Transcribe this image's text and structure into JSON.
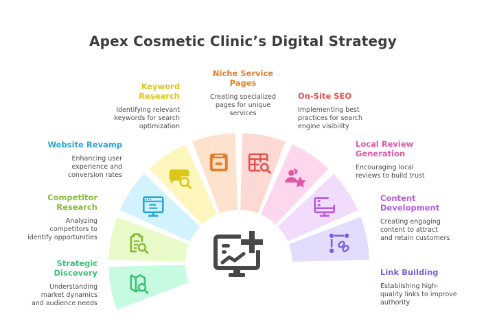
{
  "title": "Apex Cosmetic Clinic’s Digital Strategy",
  "center_icon": "monitor-chart-plus-icon",
  "colors": {
    "center_icon": "#474747",
    "title": "#3d3d3d",
    "description": "#4a4a4a"
  },
  "steps": [
    {
      "id": "strategic-discovery",
      "title": "Strategic Discovery",
      "title_lines": [
        "Strategic",
        "Discovery"
      ],
      "description_lines": [
        "Understanding",
        "market dynamics",
        "and audience needs"
      ],
      "icon": "map-search-icon",
      "accent": "#3cbf78",
      "fill": "#c6fbe1"
    },
    {
      "id": "competitor-research",
      "title": "Competitor Research",
      "title_lines": [
        "Competitor",
        "Research"
      ],
      "description_lines": [
        "Analyzing",
        "competitors to",
        "identify opportunities"
      ],
      "icon": "clipboard-search-icon",
      "accent": "#86bb3a",
      "fill": "#e9fbc9"
    },
    {
      "id": "website-revamp",
      "title": "Website Revamp",
      "title_lines": [
        "Website Revamp"
      ],
      "description_lines": [
        "Enhancing user",
        "experience and",
        "conversion rates"
      ],
      "icon": "monitor-window-icon",
      "accent": "#2aa4d8",
      "fill": "#d2f2fd"
    },
    {
      "id": "keyword-research",
      "title": "Keyword Research",
      "title_lines": [
        "Keyword",
        "Research"
      ],
      "description_lines": [
        "Identifying relevant",
        "keywords for search",
        "optimization"
      ],
      "icon": "chat-search-icon",
      "accent": "#dcc61a",
      "fill": "#fdf6bd"
    },
    {
      "id": "niche-service-pages",
      "title": "Niche Service Pages",
      "title_lines": [
        "Niche Service",
        "Pages"
      ],
      "description_lines": [
        "Creating specialized",
        "pages for unique",
        "services"
      ],
      "icon": "archive-box-icon",
      "accent": "#e0802e",
      "fill": "#fde3ce"
    },
    {
      "id": "on-site-seo",
      "title": "On-Site SEO",
      "title_lines": [
        "On-Site SEO"
      ],
      "description_lines": [
        "Implementing best",
        "practices for search",
        "engine visibility"
      ],
      "icon": "table-search-icon",
      "accent": "#e3504d",
      "fill": "#fdd9d4"
    },
    {
      "id": "local-review-generation",
      "title": "Local Review Generation",
      "title_lines": [
        "Local Review",
        "Generation"
      ],
      "description_lines": [
        "Encouraging local",
        "reviews to build trust"
      ],
      "icon": "users-star-icon",
      "accent": "#e057a6",
      "fill": "#fdd7ee"
    },
    {
      "id": "content-development",
      "title": "Content Development",
      "title_lines": [
        "Content",
        "Development"
      ],
      "description_lines": [
        "Creating engaging",
        "content to attract",
        "and retain customers"
      ],
      "icon": "monitor-content-icon",
      "accent": "#b35bde",
      "fill": "#f2dcfc"
    },
    {
      "id": "link-building",
      "title": "Link Building",
      "title_lines": [
        "Link Building"
      ],
      "description_lines": [
        "Establishing high-",
        "quality links to improve",
        "authority"
      ],
      "icon": "link-nodes-icon",
      "accent": "#7a5ee0",
      "fill": "#e3dcfd"
    }
  ]
}
